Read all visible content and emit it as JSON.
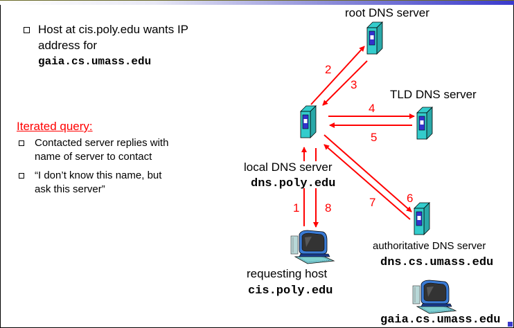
{
  "left_panel": {
    "intro_bullet": {
      "line1": "Host at cis.poly.edu wants IP",
      "line2": "address for",
      "line3": "gaia.cs.umass.edu"
    },
    "heading": "Iterated query:",
    "bullets": [
      {
        "line1": "Contacted server replies with",
        "line2": "name of server to contact"
      },
      {
        "line1": "“I don’t know this name, but",
        "line2": "ask this server”"
      }
    ]
  },
  "diagram": {
    "nodes": {
      "root": {
        "label": "root DNS server"
      },
      "tld": {
        "label": "TLD DNS server"
      },
      "local": {
        "label": "local DNS server",
        "hostname": "dns.poly.edu"
      },
      "authoritative": {
        "label": "authoritative DNS server",
        "hostname": "dns.cs.umass.edu"
      },
      "requesting_host": {
        "label": "requesting host",
        "hostname": "cis.poly.edu"
      },
      "target_host": {
        "hostname": "gaia.cs.umass.edu"
      }
    },
    "steps": [
      "1",
      "2",
      "3",
      "4",
      "5",
      "6",
      "7",
      "8"
    ],
    "colors": {
      "arrow": "#ff0000",
      "server_body": "#33cccc",
      "server_panel": "#3333cc",
      "accent_bar": "#3a3acc"
    }
  }
}
